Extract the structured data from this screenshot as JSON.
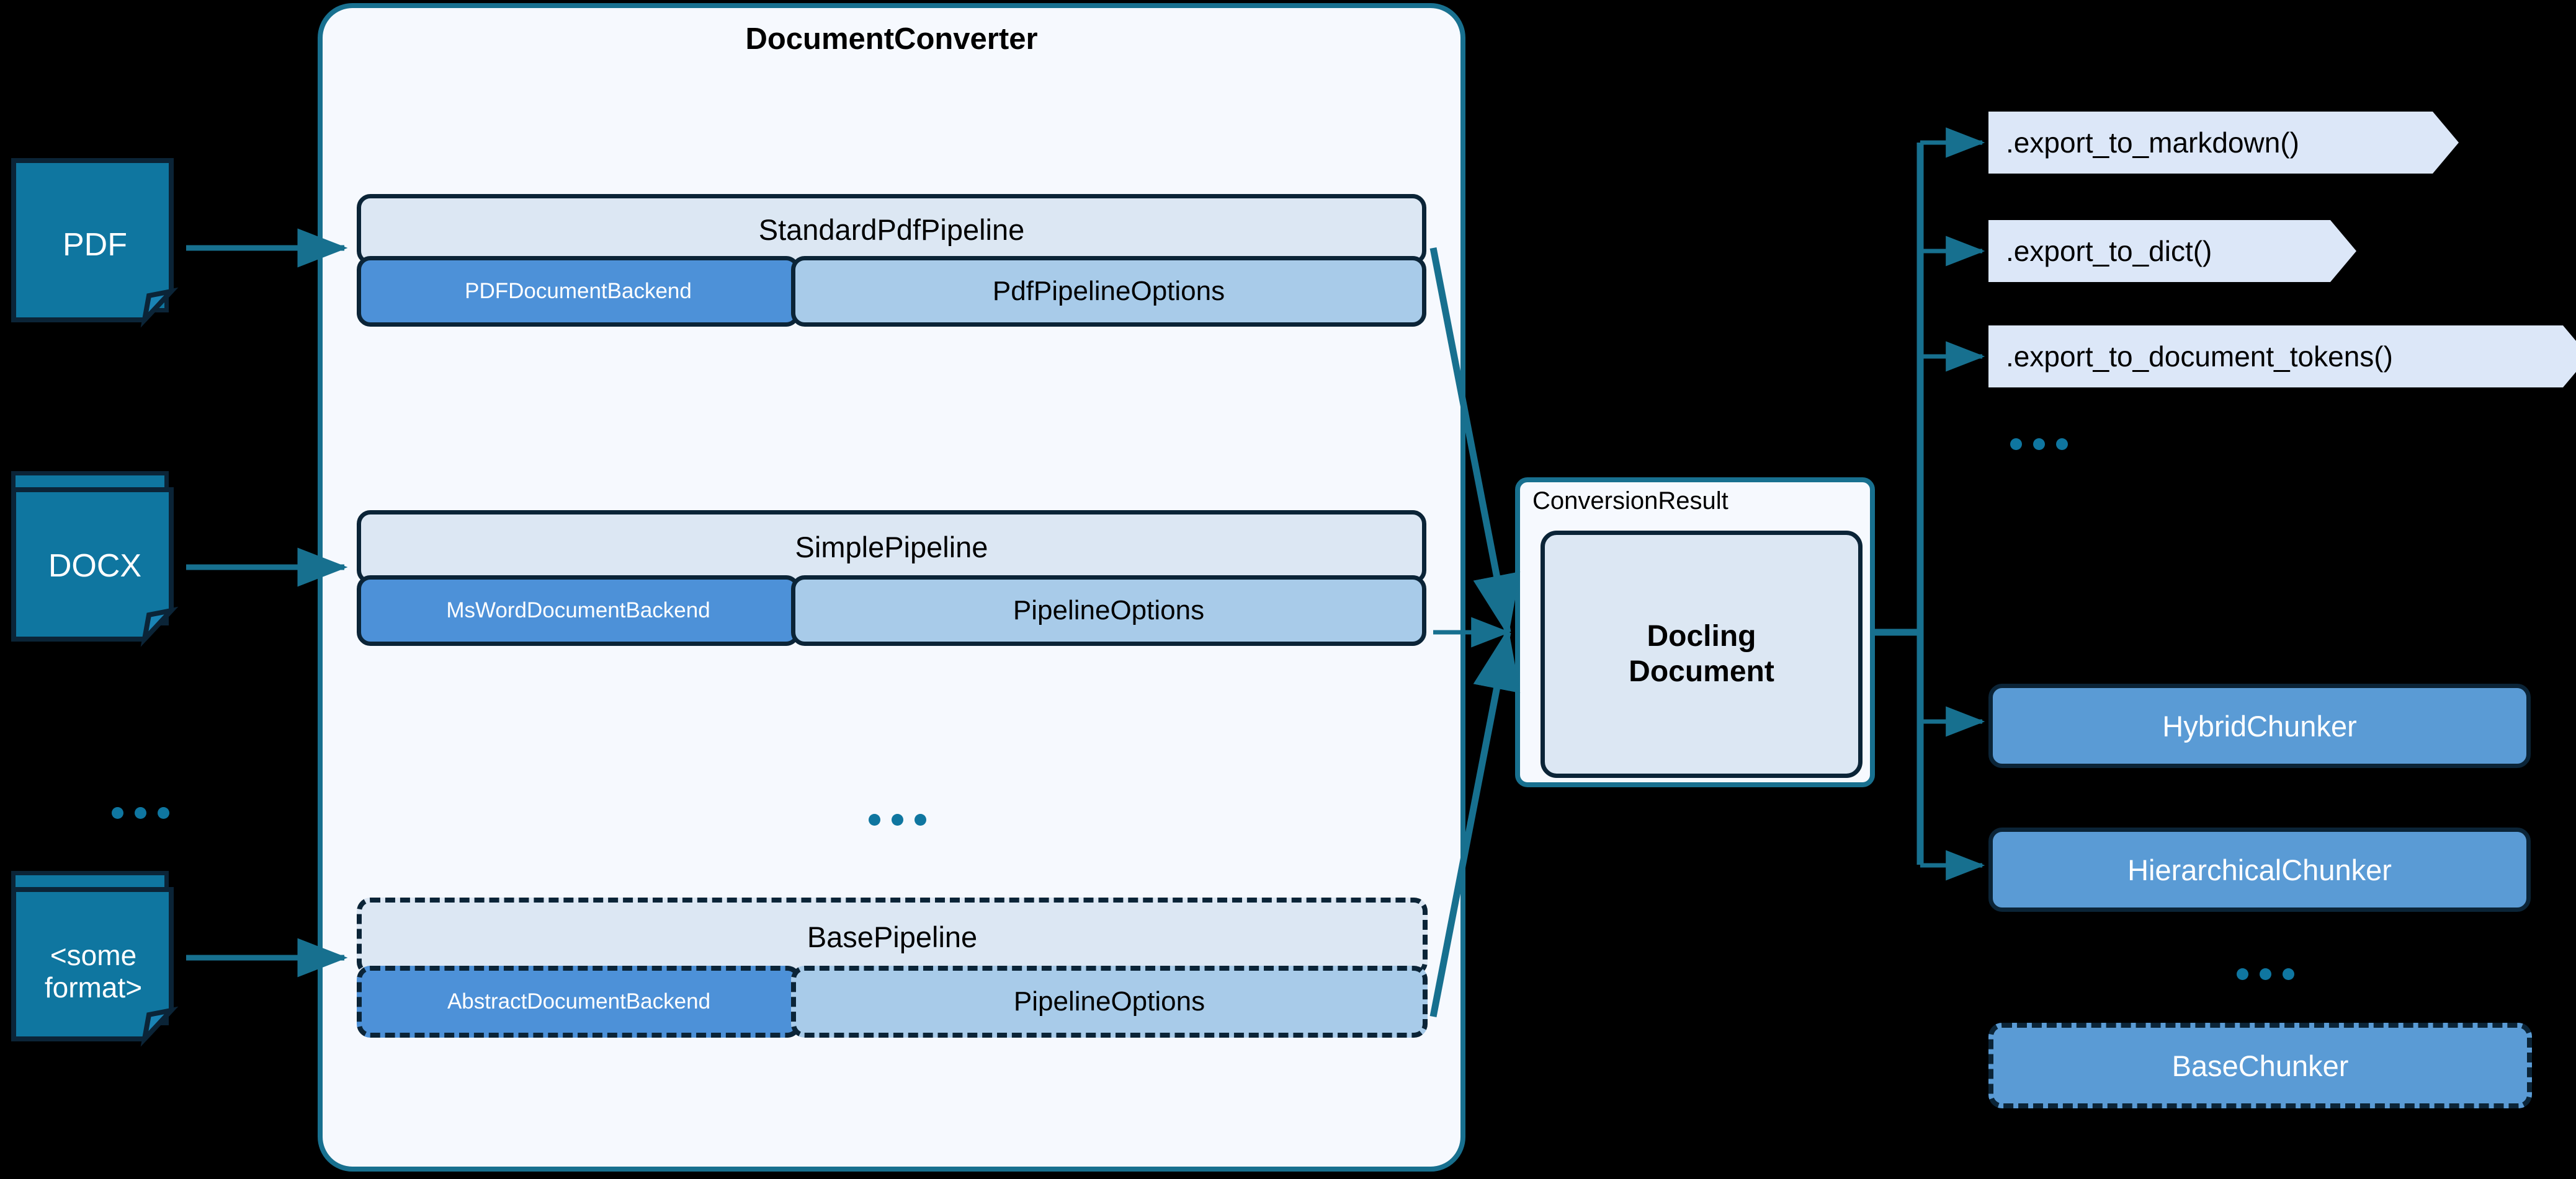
{
  "diagram": {
    "title": "Docling DocumentConverter architecture",
    "background": "#000000",
    "colors": {
      "doc_icon_fill": "#0f76a0",
      "doc_icon_stroke": "#0b2437",
      "container_fill": "#f6f9fe",
      "container_stroke": "#18708f",
      "pipeline_header_fill": "#dce7f3",
      "backend_fill": "#4d91d8",
      "options_fill": "#a8cbe9",
      "export_fill": "#dce7f8",
      "chunker_fill": "#5a9bd5",
      "wire_stroke": "#17708f",
      "dots_color": "#0f76a0"
    }
  },
  "inputs": {
    "items": [
      {
        "label": "PDF",
        "icon": "document-stack-icon"
      },
      {
        "label": "DOCX",
        "icon": "document-stack-icon"
      },
      {
        "label": "<some\nformat>",
        "icon": "document-stack-icon"
      }
    ],
    "ellipsis": "..."
  },
  "converter": {
    "title": "DocumentConverter",
    "ellipsis": "...",
    "pipelines": [
      {
        "name": "StandardPdfPipeline",
        "backend": "PDFDocumentBackend",
        "options": "PdfPipelineOptions",
        "style": "solid"
      },
      {
        "name": "SimplePipeline",
        "backend": "MsWordDocumentBackend",
        "options": "PipelineOptions",
        "style": "solid"
      },
      {
        "name": "BasePipeline",
        "backend": "AbstractDocumentBackend",
        "options": "PipelineOptions",
        "style": "dashed"
      }
    ]
  },
  "result": {
    "label": "ConversionResult",
    "document": "Docling\nDocument"
  },
  "exports": {
    "items": [
      {
        "label": ".export_to_markdown()"
      },
      {
        "label": ".export_to_dict()"
      },
      {
        "label": ".export_to_document_tokens()"
      }
    ],
    "ellipsis": "..."
  },
  "chunkers": {
    "items": [
      {
        "label": "HybridChunker",
        "style": "solid"
      },
      {
        "label": "HierarchicalChunker",
        "style": "solid"
      },
      {
        "label": "BaseChunker",
        "style": "dashed"
      }
    ],
    "ellipsis": "..."
  }
}
